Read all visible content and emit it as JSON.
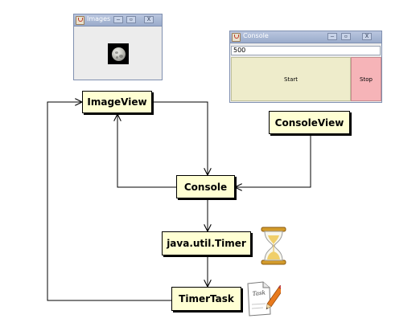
{
  "windows": {
    "images": {
      "title": "Images",
      "controls": [
        "–",
        "▫",
        "X"
      ]
    },
    "console": {
      "title": "Console",
      "controls": [
        "–",
        "▫",
        "X"
      ],
      "input_value": "500",
      "start_label": "Start",
      "stop_label": "Stop"
    }
  },
  "diagram": {
    "nodes": {
      "imageview": "ImageView",
      "consoleview": "ConsoleView",
      "console": "Console",
      "timer": "java.util.Timer",
      "timertask": "TimerTask"
    },
    "edges": [
      {
        "from": "imageview",
        "to": "console"
      },
      {
        "from": "console",
        "to": "imageview"
      },
      {
        "from": "consoleview",
        "to": "console"
      },
      {
        "from": "console",
        "to": "timer"
      },
      {
        "from": "timer",
        "to": "timertask"
      },
      {
        "from": "timertask",
        "to": "imageview"
      }
    ],
    "icons": {
      "hourglass": "hourglass-icon",
      "task_document": "task-document-icon"
    },
    "task_icon_text": "Task"
  },
  "colors": {
    "node_fill": "#ffffd3",
    "start_button": "#eeeccb",
    "stop_button": "#f6b4b8",
    "titlebar": "#9aabcb"
  }
}
